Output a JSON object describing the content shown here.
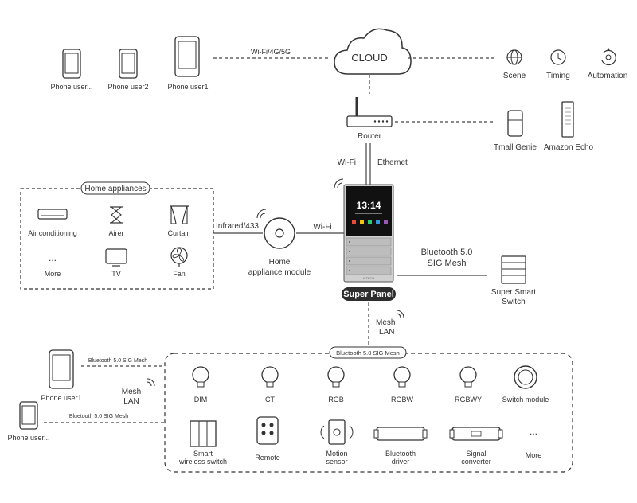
{
  "top": {
    "phones": [
      "Phone user...",
      "Phone user2",
      "Phone user1"
    ],
    "wifi_link": "Wi-Fi/4G/5G",
    "cloud": "CLOUD",
    "cloud_services": [
      "Scene",
      "Timing",
      "Automation"
    ],
    "router": "Router",
    "speakers": [
      "Tmall Genie",
      "Amazon Echo"
    ],
    "wifi": "Wi-Fi",
    "ethernet": "Ethernet"
  },
  "home_appliances": {
    "title": "Home appliances",
    "items": [
      "Air conditioning",
      "Airer",
      "Curtain",
      "More",
      "TV",
      "Fan"
    ],
    "link": "Infrared/433",
    "module": [
      "Home",
      "appliance module"
    ],
    "wifi": "Wi-Fi"
  },
  "panel": {
    "time": "13:14",
    "brand": "A-TECH",
    "name": "Super Panel"
  },
  "bluetooth_right": {
    "label": [
      "Bluetooth 5.0",
      "SIG Mesh"
    ],
    "device": [
      "Super Smart",
      "Switch"
    ]
  },
  "mesh_lan": [
    "Mesh",
    "LAN"
  ],
  "bottom": {
    "group_title": "Bluetooth 5.0 SIG Mesh",
    "phones": [
      "Phone user1",
      "Phone user..."
    ],
    "phone_links": [
      "Bluetooth 5.0 SIG Mesh",
      "Bluetooth 5.0 SIG Mesh"
    ],
    "mesh_lan": [
      "Mesh",
      "LAN"
    ],
    "bulbs": [
      "DIM",
      "CT",
      "RGB",
      "RGBW",
      "RGBWY"
    ],
    "switch_module": "Switch module",
    "devices": [
      [
        "Smart",
        "wireless switch"
      ],
      [
        "Remote"
      ],
      [
        "Motion",
        "sensor"
      ],
      [
        "Bluetooth",
        "driver"
      ],
      [
        "Signal",
        "converter"
      ],
      [
        "More"
      ]
    ],
    "more_dots": "..."
  }
}
